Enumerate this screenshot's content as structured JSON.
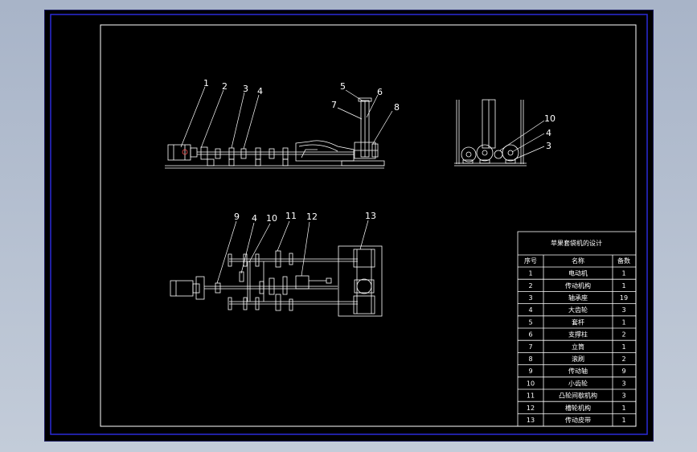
{
  "drawing": {
    "side_view_labels": [
      "1",
      "2",
      "3",
      "4",
      "5",
      "6",
      "7",
      "8"
    ],
    "end_view_labels": [
      "10",
      "4",
      "3"
    ],
    "plan_view_labels": [
      "9",
      "4",
      "10",
      "11",
      "12",
      "13"
    ]
  },
  "bom": {
    "title": "苹果套袋机的设计",
    "headers": {
      "no": "序号",
      "name": "名称",
      "qty": "备数"
    },
    "rows": [
      {
        "no": "1",
        "name": "电动机",
        "qty": "1"
      },
      {
        "no": "2",
        "name": "传动机构",
        "qty": "1"
      },
      {
        "no": "3",
        "name": "轴承座",
        "qty": "19"
      },
      {
        "no": "4",
        "name": "大齿轮",
        "qty": "3"
      },
      {
        "no": "5",
        "name": "套杆",
        "qty": "1"
      },
      {
        "no": "6",
        "name": "支撑柱",
        "qty": "2"
      },
      {
        "no": "7",
        "name": "立筒",
        "qty": "1"
      },
      {
        "no": "8",
        "name": "滚刷",
        "qty": "2"
      },
      {
        "no": "9",
        "name": "传动轴",
        "qty": "9"
      },
      {
        "no": "10",
        "name": "小齿轮",
        "qty": "3"
      },
      {
        "no": "11",
        "name": "凸轮间歇机构",
        "qty": "3"
      },
      {
        "no": "12",
        "name": "槽轮机构",
        "qty": "1"
      },
      {
        "no": "13",
        "name": "传动皮带",
        "qty": "1"
      }
    ]
  }
}
